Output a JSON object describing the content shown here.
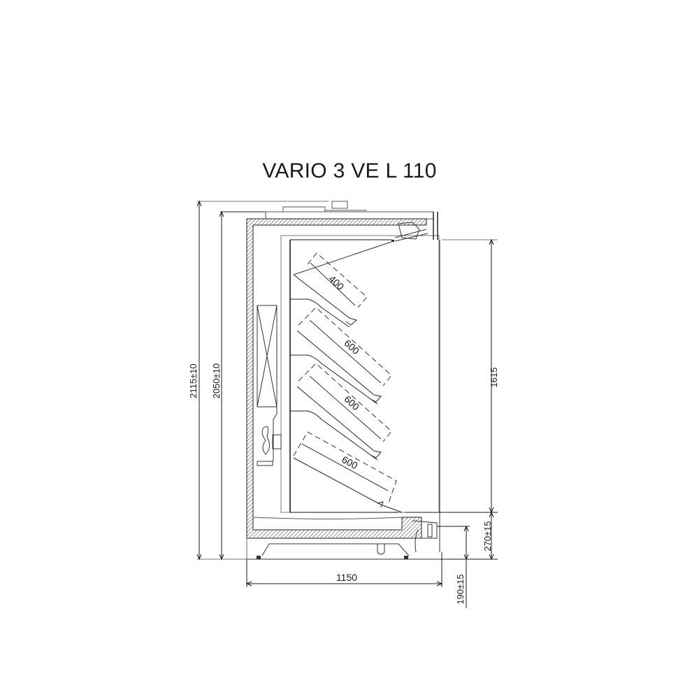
{
  "title": "VARIO 3 VE L 110",
  "dimensions": {
    "overall_height": "2115±10",
    "body_height": "2050±10",
    "display_height": "1615",
    "depth": "1150",
    "front_base_height": "270±15",
    "lower_height": "190±15"
  },
  "shelves": [
    {
      "index": 1,
      "depth_label": "400"
    },
    {
      "index": 2,
      "depth_label": "600"
    },
    {
      "index": 3,
      "depth_label": "600"
    },
    {
      "index": 4,
      "depth_label": "600"
    }
  ],
  "colors": {
    "line": "#1a1a1a",
    "light_line": "#8a8a8a",
    "background": "#ffffff"
  }
}
